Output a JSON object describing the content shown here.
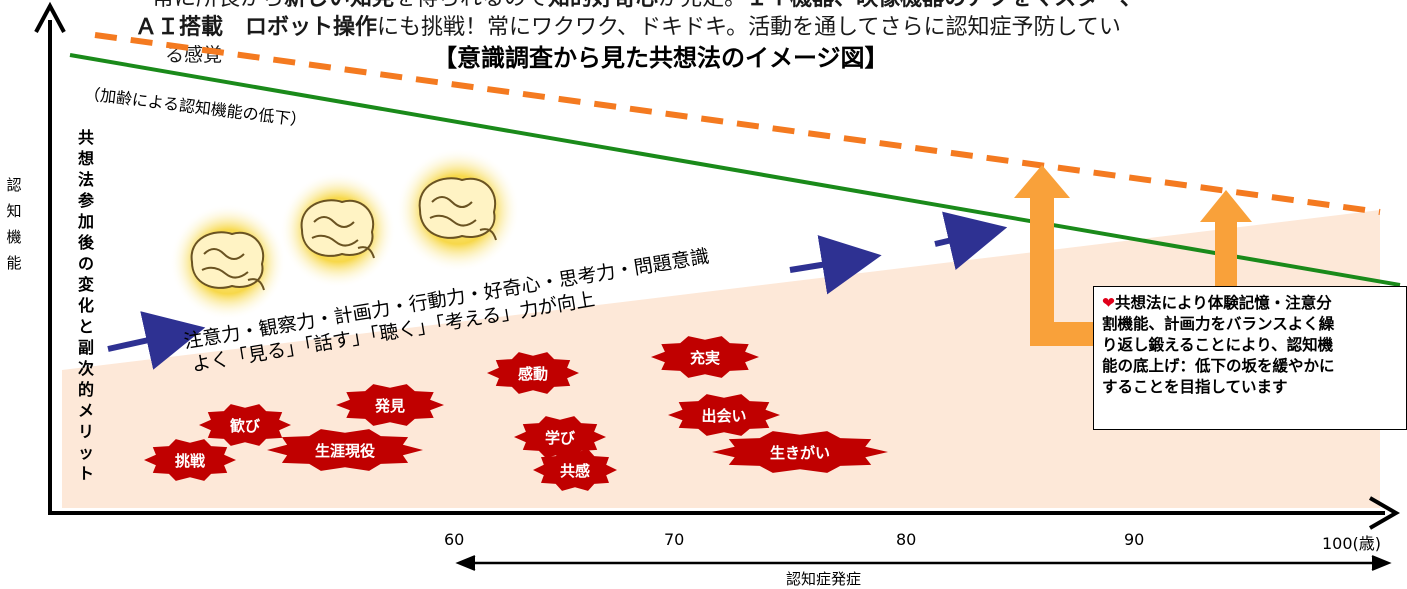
{
  "header": {
    "line1_prefix": "常に所長から",
    "line1_bold1": "新しい知見",
    "line1_mid": "を得られるので",
    "line1_bold2": "知的好奇心",
    "line1_mid2": "が充足。",
    "line1_bold3": "ＩＴ機器、映像機器のアプをマスター、",
    "line2_bold1": "ＡＩ搭載　ロボット操作",
    "line2_rest": "にも挑戦！常にワクワク、ドキドキ。活動を通してさらに認知症予防してい",
    "line3": "る感覚",
    "title": "【意識調査から見た共想法のイメージ図】"
  },
  "decline_note": "（加齢による認知機能の低下）",
  "y_axis_label": "認知機能",
  "vertical_title": "共想法参加後の変化と副次的メリット",
  "abilities": {
    "line1": "注意力・観察力・計画力・行動力・好奇心・思考力・問題意識",
    "line2": "よく「見る」「話す」「聴く」「考える」力が向上"
  },
  "benefits": [
    "歓び",
    "発見",
    "感動",
    "充実",
    "学び",
    "出会い",
    "挑戦",
    "生涯現役",
    "共感",
    "生きがい"
  ],
  "goal_box": {
    "heart": "❤",
    "line1": "共想法により体験記憶・注意分",
    "line2": "割機能、計画力をバランスよく繰",
    "line3": "り返し鍛えることにより、認知機",
    "line4": "能の底上げ：低下の坂を緩やかに",
    "line5": "することを目指しています"
  },
  "x_ticks": [
    "60",
    "70",
    "80",
    "90",
    "100(歳)"
  ],
  "onset_label": "認知症発症",
  "colors": {
    "dashed_line": "#f47a20",
    "green_line": "#1a8a1a",
    "orange_arrow": "#f9a13a",
    "benefit_badge": "#c00000",
    "navy_arrow": "#2e3192",
    "shade": "#fde8d8",
    "heart": "#e0001a"
  },
  "icons": [
    "brain-icon",
    "brain-icon",
    "brain-icon"
  ]
}
